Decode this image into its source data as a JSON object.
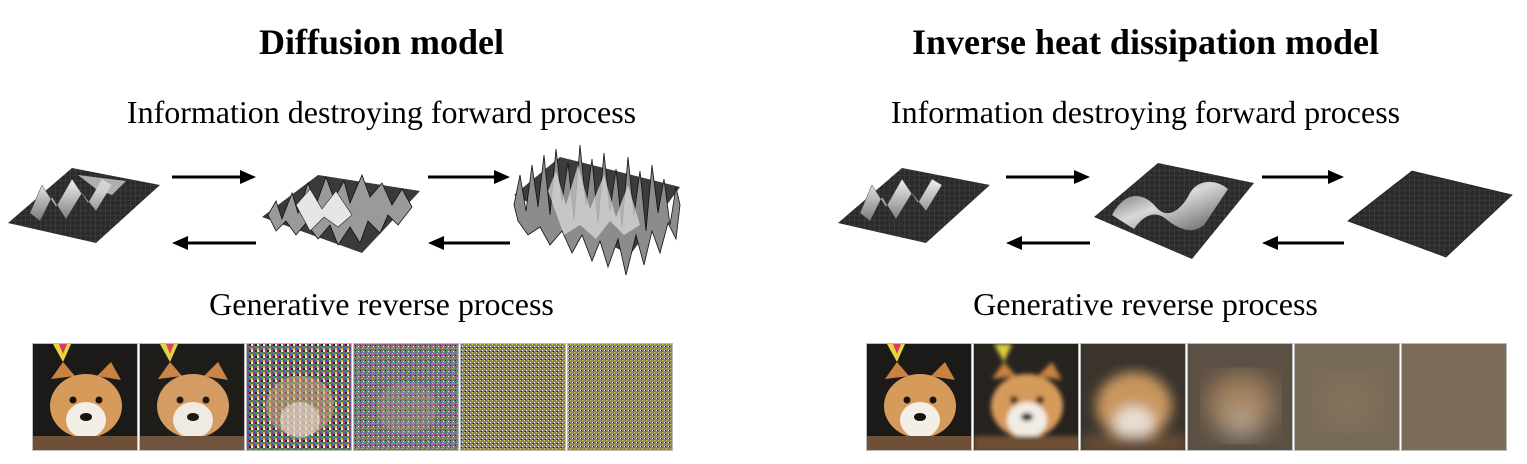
{
  "diffusion": {
    "title": "Diffusion model",
    "forward_label": "Information destroying forward process",
    "reverse_label": "Generative reverse process"
  },
  "heat": {
    "title": "Inverse heat dissipation model",
    "forward_label": "Information destroying forward process",
    "reverse_label": "Generative reverse process"
  },
  "colors": {
    "arrow": "#000000",
    "surface_dark": "#2a2a2a",
    "surface_light": "#d8d8d8",
    "blur_background": "#7a6c58"
  }
}
